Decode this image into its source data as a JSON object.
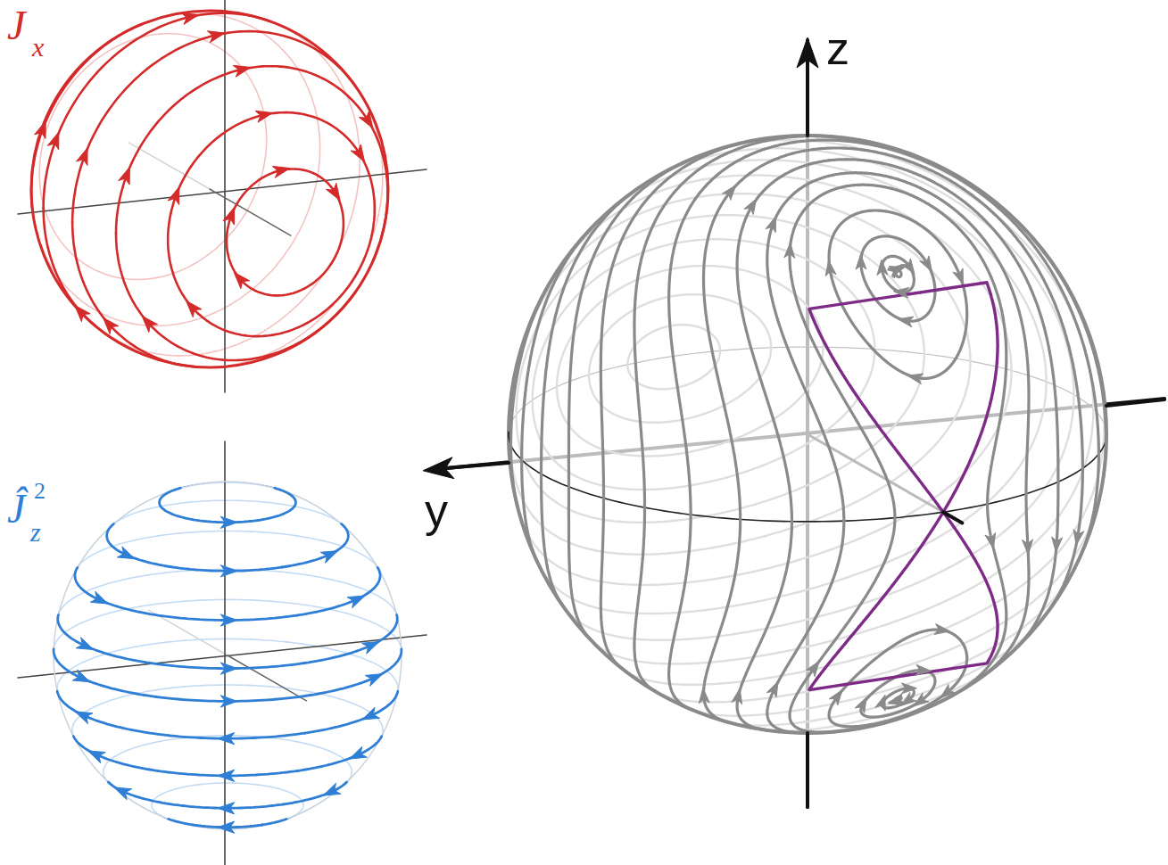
{
  "diagram": {
    "labels": [
      "J",
      "x",
      "Ĵ",
      "z",
      "2",
      "z",
      "y"
    ]
  }
}
